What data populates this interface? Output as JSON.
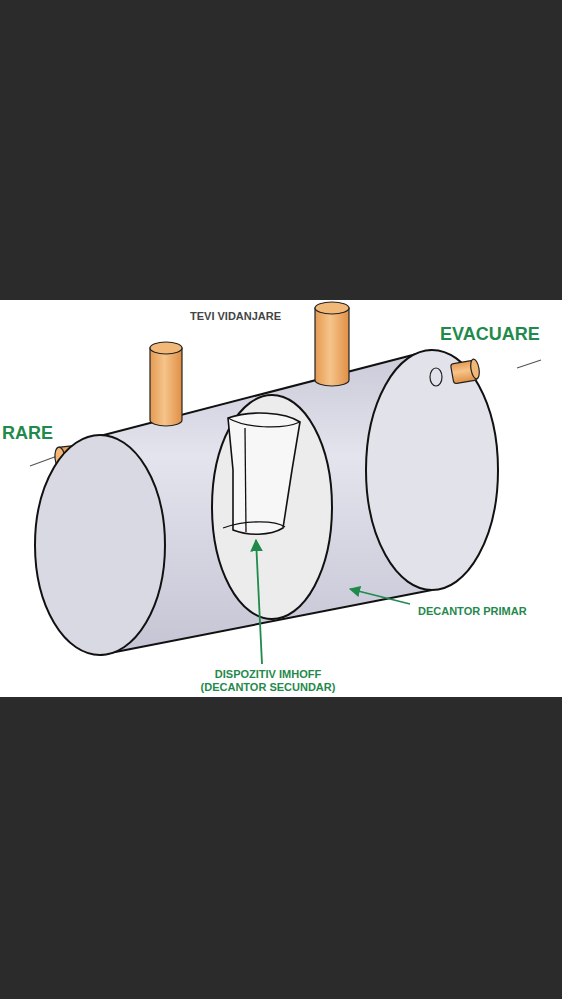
{
  "diagram": {
    "labels": [
      "TEVI VIDANJARE",
      "EVACUARE",
      "RARE",
      "DECANTOR PRIMAR",
      "DISPOZITIV IMHOFF (DECANTOR SECUNDAR)"
    ]
  }
}
